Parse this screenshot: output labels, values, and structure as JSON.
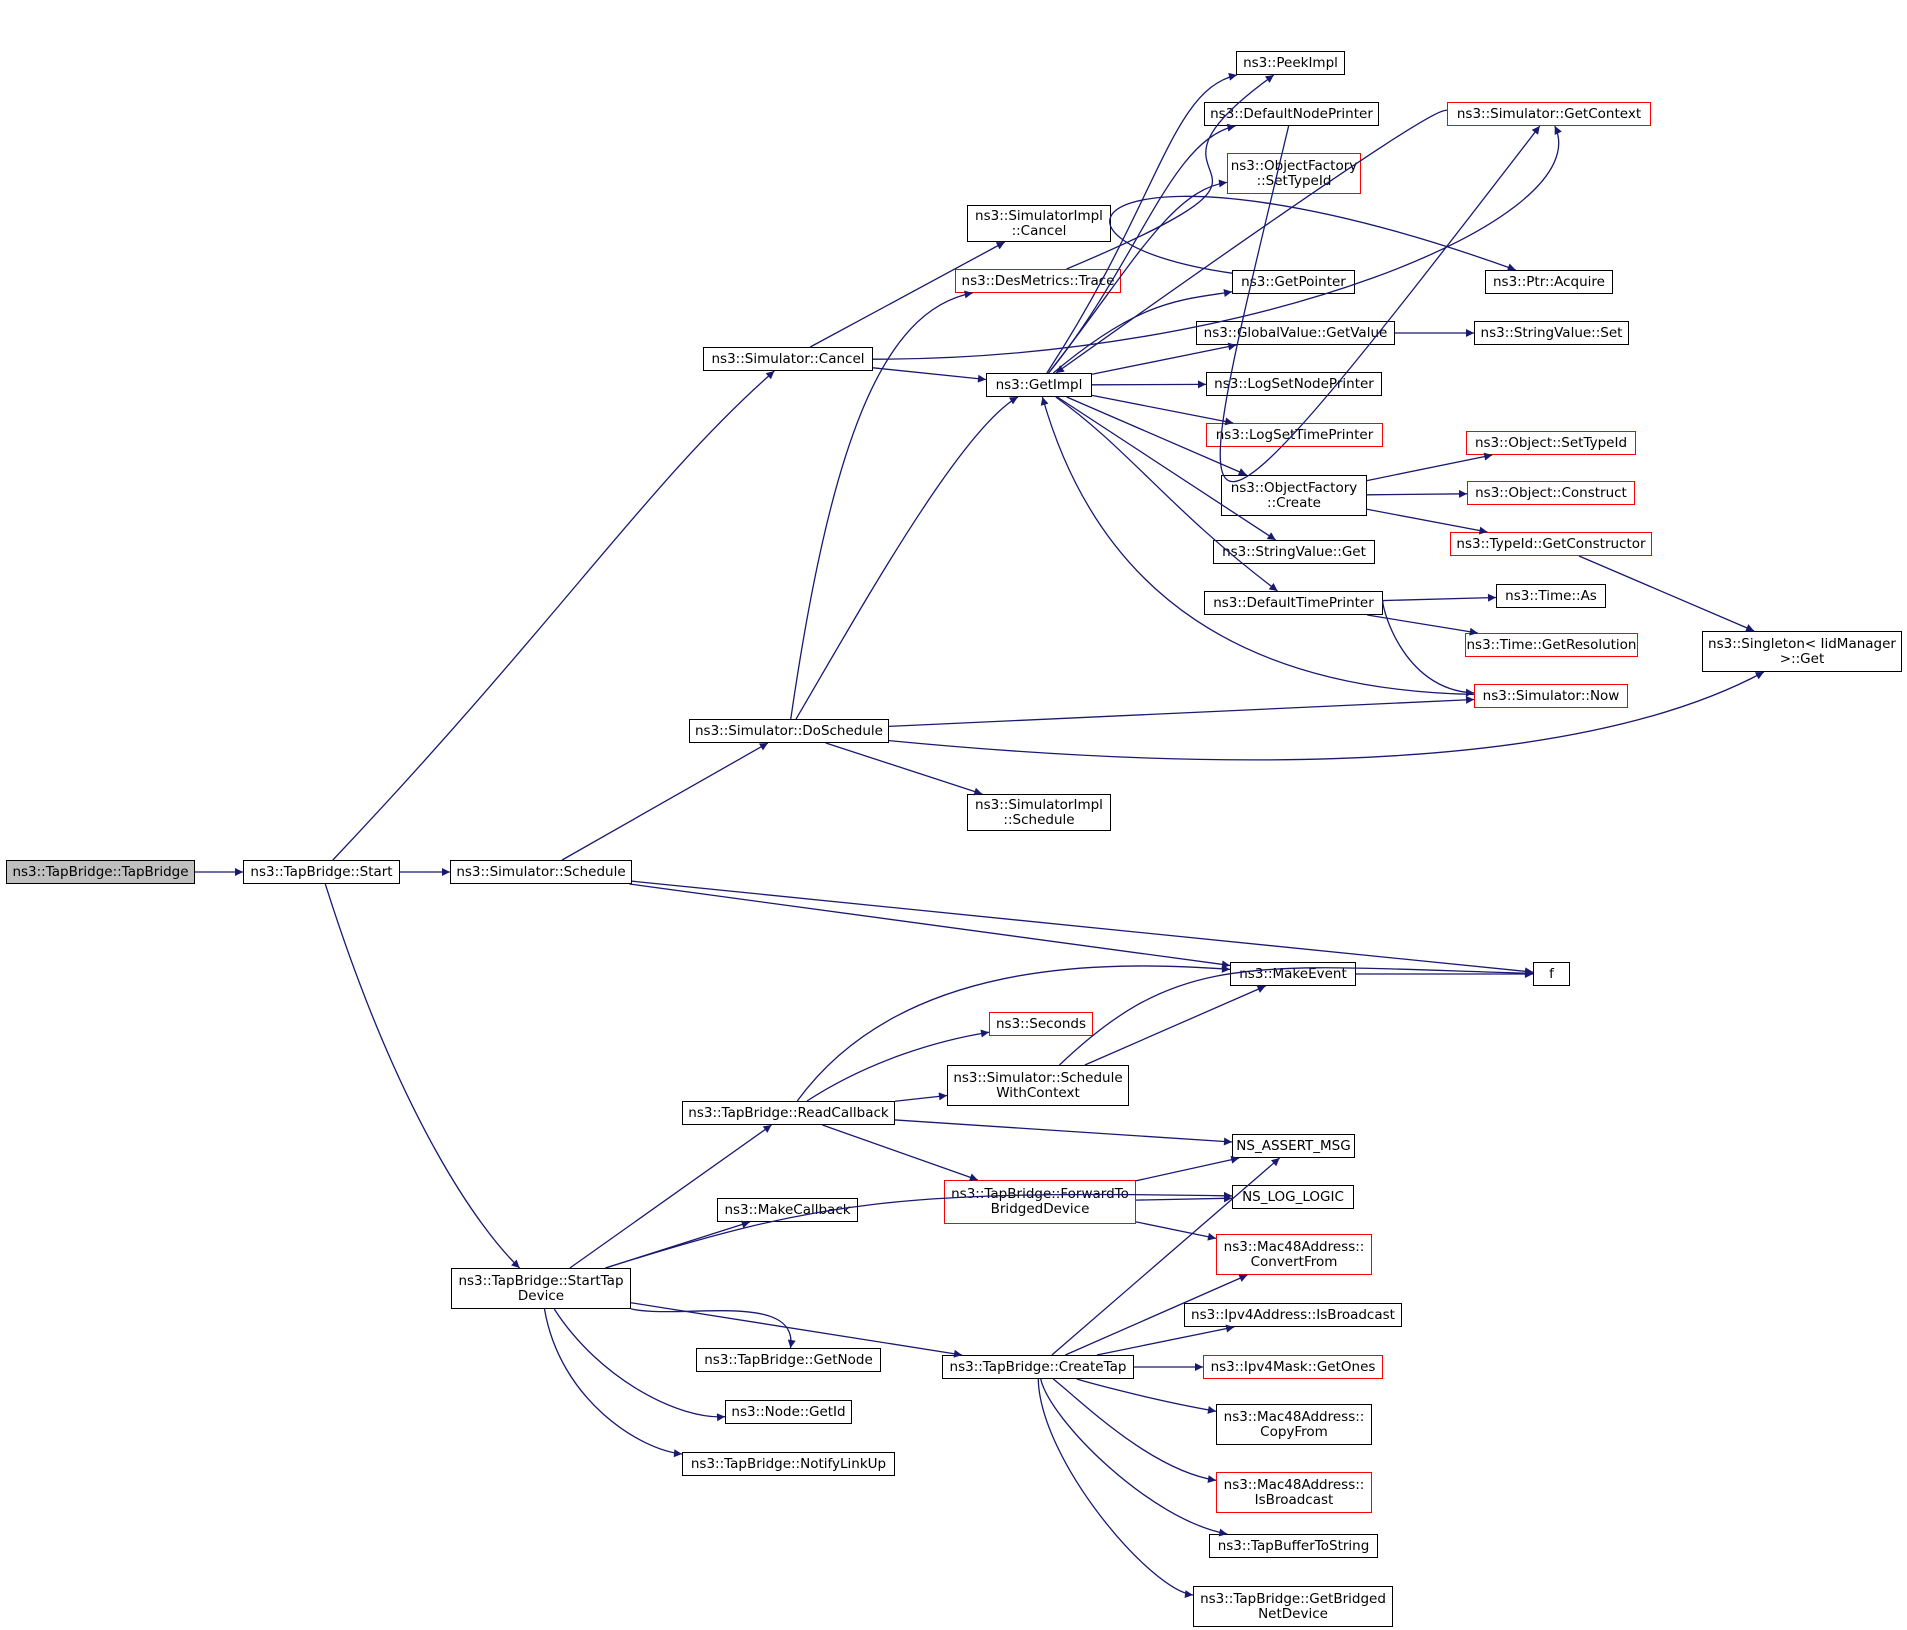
{
  "colors": {
    "edge": "#191970",
    "node_border": "#000000",
    "truncated_border": "#ff0000",
    "root_fill": "#bfbfbf"
  },
  "nodes": [
    {
      "id": "tapbridge_ctor",
      "lines": [
        "ns3::TapBridge::TapBridge"
      ],
      "style": "root"
    },
    {
      "id": "tapbridge_start",
      "lines": [
        "ns3::TapBridge::Start"
      ],
      "style": "normal"
    },
    {
      "id": "sim_schedule",
      "lines": [
        "ns3::Simulator::Schedule"
      ],
      "style": "normal"
    },
    {
      "id": "sim_cancel",
      "lines": [
        "ns3::Simulator::Cancel"
      ],
      "style": "normal"
    },
    {
      "id": "simimpl_cancel",
      "lines": [
        "ns3::SimulatorImpl",
        "::Cancel"
      ],
      "style": "normal"
    },
    {
      "id": "desmetrics_trace",
      "lines": [
        "ns3::DesMetrics::Trace"
      ],
      "style": "red"
    },
    {
      "id": "getimpl",
      "lines": [
        "ns3::GetImpl"
      ],
      "style": "normal"
    },
    {
      "id": "peekimpl",
      "lines": [
        "ns3::PeekImpl"
      ],
      "style": "normal"
    },
    {
      "id": "default_node_printer",
      "lines": [
        "ns3::DefaultNodePrinter"
      ],
      "style": "normal"
    },
    {
      "id": "sim_getcontext",
      "lines": [
        "ns3::Simulator::GetContext"
      ],
      "style": "red"
    },
    {
      "id": "objfactory_settypeid",
      "lines": [
        "ns3::ObjectFactory",
        "::SetTypeId"
      ],
      "style": "red"
    },
    {
      "id": "getpointer",
      "lines": [
        "ns3::GetPointer"
      ],
      "style": "normal"
    },
    {
      "id": "ptr_acquire",
      "lines": [
        "ns3::Ptr::Acquire"
      ],
      "style": "normal"
    },
    {
      "id": "globalvalue_getvalue",
      "lines": [
        "ns3::GlobalValue::GetValue"
      ],
      "style": "normal"
    },
    {
      "id": "stringvalue_set",
      "lines": [
        "ns3::StringValue::Set"
      ],
      "style": "normal"
    },
    {
      "id": "logsetnodeprinter",
      "lines": [
        "ns3::LogSetNodePrinter"
      ],
      "style": "normal"
    },
    {
      "id": "logsettimeprinter",
      "lines": [
        "ns3::LogSetTimePrinter"
      ],
      "style": "red"
    },
    {
      "id": "objfactory_create",
      "lines": [
        "ns3::ObjectFactory",
        "::Create"
      ],
      "style": "normal"
    },
    {
      "id": "object_settypeid",
      "lines": [
        "ns3::Object::SetTypeId"
      ],
      "style": "red"
    },
    {
      "id": "object_construct",
      "lines": [
        "ns3::Object::Construct"
      ],
      "style": "red"
    },
    {
      "id": "typeid_getconstructor",
      "lines": [
        "ns3::TypeId::GetConstructor"
      ],
      "style": "red"
    },
    {
      "id": "stringvalue_get",
      "lines": [
        "ns3::StringValue::Get"
      ],
      "style": "normal"
    },
    {
      "id": "default_time_printer",
      "lines": [
        "ns3::DefaultTimePrinter"
      ],
      "style": "normal"
    },
    {
      "id": "time_as",
      "lines": [
        "ns3::Time::As"
      ],
      "style": "normal"
    },
    {
      "id": "time_getresolution",
      "lines": [
        "ns3::Time::GetResolution"
      ],
      "style": "red"
    },
    {
      "id": "singleton_get",
      "lines": [
        "ns3::Singleton< IidManager",
        " >::Get"
      ],
      "style": "normal"
    },
    {
      "id": "sim_now",
      "lines": [
        "ns3::Simulator::Now"
      ],
      "style": "red"
    },
    {
      "id": "sim_doschedule",
      "lines": [
        "ns3::Simulator::DoSchedule"
      ],
      "style": "normal"
    },
    {
      "id": "simimpl_schedule",
      "lines": [
        "ns3::SimulatorImpl",
        "::Schedule"
      ],
      "style": "normal"
    },
    {
      "id": "makeevent",
      "lines": [
        "ns3::MakeEvent"
      ],
      "style": "normal"
    },
    {
      "id": "f",
      "lines": [
        "f"
      ],
      "style": "normal"
    },
    {
      "id": "seconds",
      "lines": [
        "ns3::Seconds"
      ],
      "style": "red"
    },
    {
      "id": "sim_schedwithctx",
      "lines": [
        "ns3::Simulator::Schedule",
        "WithContext"
      ],
      "style": "normal"
    },
    {
      "id": "readcallback",
      "lines": [
        "ns3::TapBridge::ReadCallback"
      ],
      "style": "normal"
    },
    {
      "id": "ns_assert_msg",
      "lines": [
        "NS_ASSERT_MSG"
      ],
      "style": "normal"
    },
    {
      "id": "forward_bridged",
      "lines": [
        "ns3::TapBridge::ForwardTo",
        "BridgedDevice"
      ],
      "style": "red"
    },
    {
      "id": "ns_log_logic",
      "lines": [
        "NS_LOG_LOGIC"
      ],
      "style": "normal"
    },
    {
      "id": "makecallback",
      "lines": [
        "ns3::MakeCallback"
      ],
      "style": "normal"
    },
    {
      "id": "mac48_convertfrom",
      "lines": [
        "ns3::Mac48Address::",
        "ConvertFrom"
      ],
      "style": "red"
    },
    {
      "id": "starttapdevice",
      "lines": [
        "ns3::TapBridge::StartTap",
        "Device"
      ],
      "style": "normal"
    },
    {
      "id": "ipv4_isbroadcast",
      "lines": [
        "ns3::Ipv4Address::IsBroadcast"
      ],
      "style": "normal"
    },
    {
      "id": "tapbridge_getnode",
      "lines": [
        "ns3::TapBridge::GetNode"
      ],
      "style": "normal"
    },
    {
      "id": "createtap",
      "lines": [
        "ns3::TapBridge::CreateTap"
      ],
      "style": "normal"
    },
    {
      "id": "ipv4mask_getones",
      "lines": [
        "ns3::Ipv4Mask::GetOnes"
      ],
      "style": "red"
    },
    {
      "id": "node_getid",
      "lines": [
        "ns3::Node::GetId"
      ],
      "style": "normal"
    },
    {
      "id": "mac48_copyfrom",
      "lines": [
        "ns3::Mac48Address::",
        "CopyFrom"
      ],
      "style": "normal"
    },
    {
      "id": "notifylinkup",
      "lines": [
        "ns3::TapBridge::NotifyLinkUp"
      ],
      "style": "normal"
    },
    {
      "id": "mac48_isbroadcast",
      "lines": [
        "ns3::Mac48Address::",
        "IsBroadcast"
      ],
      "style": "red"
    },
    {
      "id": "tapbuffertostring",
      "lines": [
        "ns3::TapBufferToString"
      ],
      "style": "normal"
    },
    {
      "id": "getbridgednetdevice",
      "lines": [
        "ns3::TapBridge::GetBridged",
        "NetDevice"
      ],
      "style": "normal"
    }
  ],
  "edges": [
    [
      "tapbridge_ctor",
      "tapbridge_start"
    ],
    [
      "tapbridge_start",
      "sim_schedule"
    ],
    [
      "tapbridge_start",
      "sim_cancel"
    ],
    [
      "tapbridge_start",
      "starttapdevice"
    ],
    [
      "sim_cancel",
      "simimpl_cancel"
    ],
    [
      "sim_cancel",
      "getimpl"
    ],
    [
      "sim_cancel",
      "sim_getcontext"
    ],
    [
      "getimpl",
      "peekimpl"
    ],
    [
      "getimpl",
      "default_node_printer"
    ],
    [
      "getimpl",
      "objfactory_settypeid"
    ],
    [
      "getimpl",
      "getpointer"
    ],
    [
      "getimpl",
      "globalvalue_getvalue"
    ],
    [
      "getimpl",
      "logsetnodeprinter"
    ],
    [
      "getimpl",
      "logsettimeprinter"
    ],
    [
      "getimpl",
      "objfactory_create"
    ],
    [
      "getimpl",
      "stringvalue_get"
    ],
    [
      "getimpl",
      "default_time_printer"
    ],
    [
      "default_node_printer",
      "sim_getcontext"
    ],
    [
      "sim_getcontext",
      "getimpl"
    ],
    [
      "desmetrics_trace",
      "peekimpl"
    ],
    [
      "getpointer",
      "ptr_acquire"
    ],
    [
      "globalvalue_getvalue",
      "stringvalue_set"
    ],
    [
      "objfactory_create",
      "object_settypeid"
    ],
    [
      "objfactory_create",
      "object_construct"
    ],
    [
      "objfactory_create",
      "typeid_getconstructor"
    ],
    [
      "typeid_getconstructor",
      "singleton_get"
    ],
    [
      "default_time_printer",
      "time_as"
    ],
    [
      "default_time_printer",
      "time_getresolution"
    ],
    [
      "default_time_printer",
      "sim_now"
    ],
    [
      "sim_now",
      "getimpl"
    ],
    [
      "sim_schedule",
      "sim_doschedule"
    ],
    [
      "sim_schedule",
      "makeevent"
    ],
    [
      "sim_schedule",
      "f"
    ],
    [
      "sim_doschedule",
      "desmetrics_trace"
    ],
    [
      "sim_doschedule",
      "getimpl"
    ],
    [
      "sim_doschedule",
      "sim_now"
    ],
    [
      "sim_doschedule",
      "singleton_get"
    ],
    [
      "sim_doschedule",
      "simimpl_schedule"
    ],
    [
      "makeevent",
      "f"
    ],
    [
      "sim_schedwithctx",
      "makeevent"
    ],
    [
      "sim_schedwithctx",
      "f"
    ],
    [
      "starttapdevice",
      "readcallback"
    ],
    [
      "starttapdevice",
      "makecallback"
    ],
    [
      "starttapdevice",
      "ns_log_logic"
    ],
    [
      "starttapdevice",
      "tapbridge_getnode"
    ],
    [
      "starttapdevice",
      "node_getid"
    ],
    [
      "starttapdevice",
      "notifylinkup"
    ],
    [
      "starttapdevice",
      "createtap"
    ],
    [
      "readcallback",
      "makeevent"
    ],
    [
      "readcallback",
      "seconds"
    ],
    [
      "readcallback",
      "sim_schedwithctx"
    ],
    [
      "readcallback",
      "ns_assert_msg"
    ],
    [
      "readcallback",
      "forward_bridged"
    ],
    [
      "forward_bridged",
      "ns_assert_msg"
    ],
    [
      "forward_bridged",
      "ns_log_logic"
    ],
    [
      "forward_bridged",
      "mac48_convertfrom"
    ],
    [
      "createtap",
      "ns_assert_msg"
    ],
    [
      "createtap",
      "mac48_convertfrom"
    ],
    [
      "createtap",
      "ipv4_isbroadcast"
    ],
    [
      "createtap",
      "ipv4mask_getones"
    ],
    [
      "createtap",
      "mac48_copyfrom"
    ],
    [
      "createtap",
      "mac48_isbroadcast"
    ],
    [
      "createtap",
      "tapbuffertostring"
    ],
    [
      "createtap",
      "getbridgednetdevice"
    ]
  ]
}
